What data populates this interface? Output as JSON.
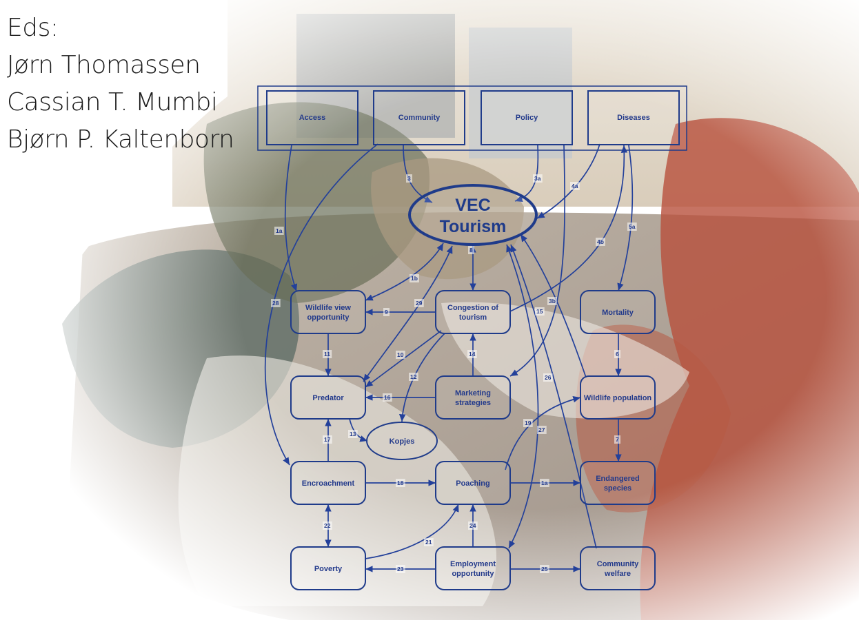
{
  "editors": {
    "heading": "Eds:",
    "names": [
      "Jørn Thomassen",
      "Cassian T. Mumbi",
      "Bjørn P. Kaltenborn"
    ]
  },
  "diagram": {
    "colors": {
      "line": "#1f3b8a",
      "text": "#233a8b"
    },
    "nodes": {
      "access": [
        "Access"
      ],
      "community": [
        "Community"
      ],
      "policy": [
        "Policy"
      ],
      "diseases": [
        "Diseases"
      ],
      "vec": [
        "VEC",
        "Tourism"
      ],
      "wildlife_view": [
        "Wildlife view",
        "opportunity"
      ],
      "congestion": [
        "Congestion of",
        "tourism"
      ],
      "mortality": [
        "Mortality"
      ],
      "predator": [
        "Predator"
      ],
      "marketing": [
        "Marketing",
        "strategies"
      ],
      "wildlife_pop": [
        "Wildlife population"
      ],
      "kopjes": [
        "Kopjes"
      ],
      "encroachment": [
        "Encroachment"
      ],
      "poaching": [
        "Poaching"
      ],
      "endangered": [
        "Endangered",
        "species"
      ],
      "poverty": [
        "Poverty"
      ],
      "employment": [
        "Employment",
        "opportunity"
      ],
      "community_welfare": [
        "Community",
        "welfare"
      ]
    },
    "edge_labels": {
      "e1a": "1a",
      "e1a2": "1a",
      "e1b": "1b",
      "e3": "3",
      "e3a": "3a",
      "e3b": "3b",
      "e4a": "4a",
      "e4b": "4b",
      "e5a": "5a",
      "e6": "6",
      "e7": "7",
      "e8": "8",
      "e9": "9",
      "e10": "10",
      "e11": "11",
      "e12": "12",
      "e13": "13",
      "e14": "14",
      "e15": "15",
      "e16": "16",
      "e17": "17",
      "e18": "18",
      "e19": "19",
      "e21": "21",
      "e22": "22",
      "e23": "23",
      "e24": "24",
      "e25": "25",
      "e26": "26",
      "e27": "27",
      "e28": "28",
      "e29": "29"
    }
  }
}
